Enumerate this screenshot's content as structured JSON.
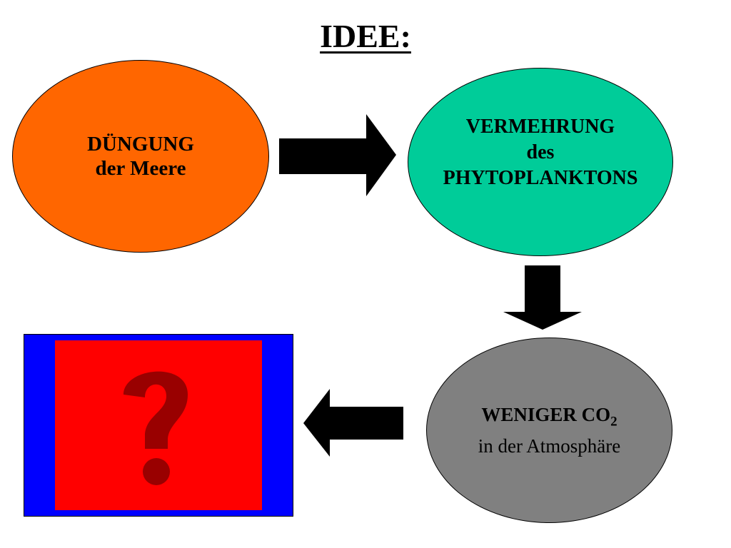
{
  "title": "IDEE:",
  "nodes": {
    "duengung": {
      "line1": "DÜNGUNG",
      "line2": "der Meere",
      "fill": "#FF6600"
    },
    "vermehrung": {
      "line1": "VERMEHRUNG",
      "line2": "des",
      "line3": "PHYTOPLANKTONS",
      "fill": "#00CC99"
    },
    "weniger": {
      "line1_main": "WENIGER CO",
      "line1_sub": "2",
      "line2": "in der Atmosphäre",
      "fill": "#808080"
    },
    "question": {
      "symbol": "?",
      "outer_fill": "#0000FF",
      "inner_fill": "#FF0000",
      "mark_fill": "#990000"
    }
  },
  "arrow_color": "#000000"
}
